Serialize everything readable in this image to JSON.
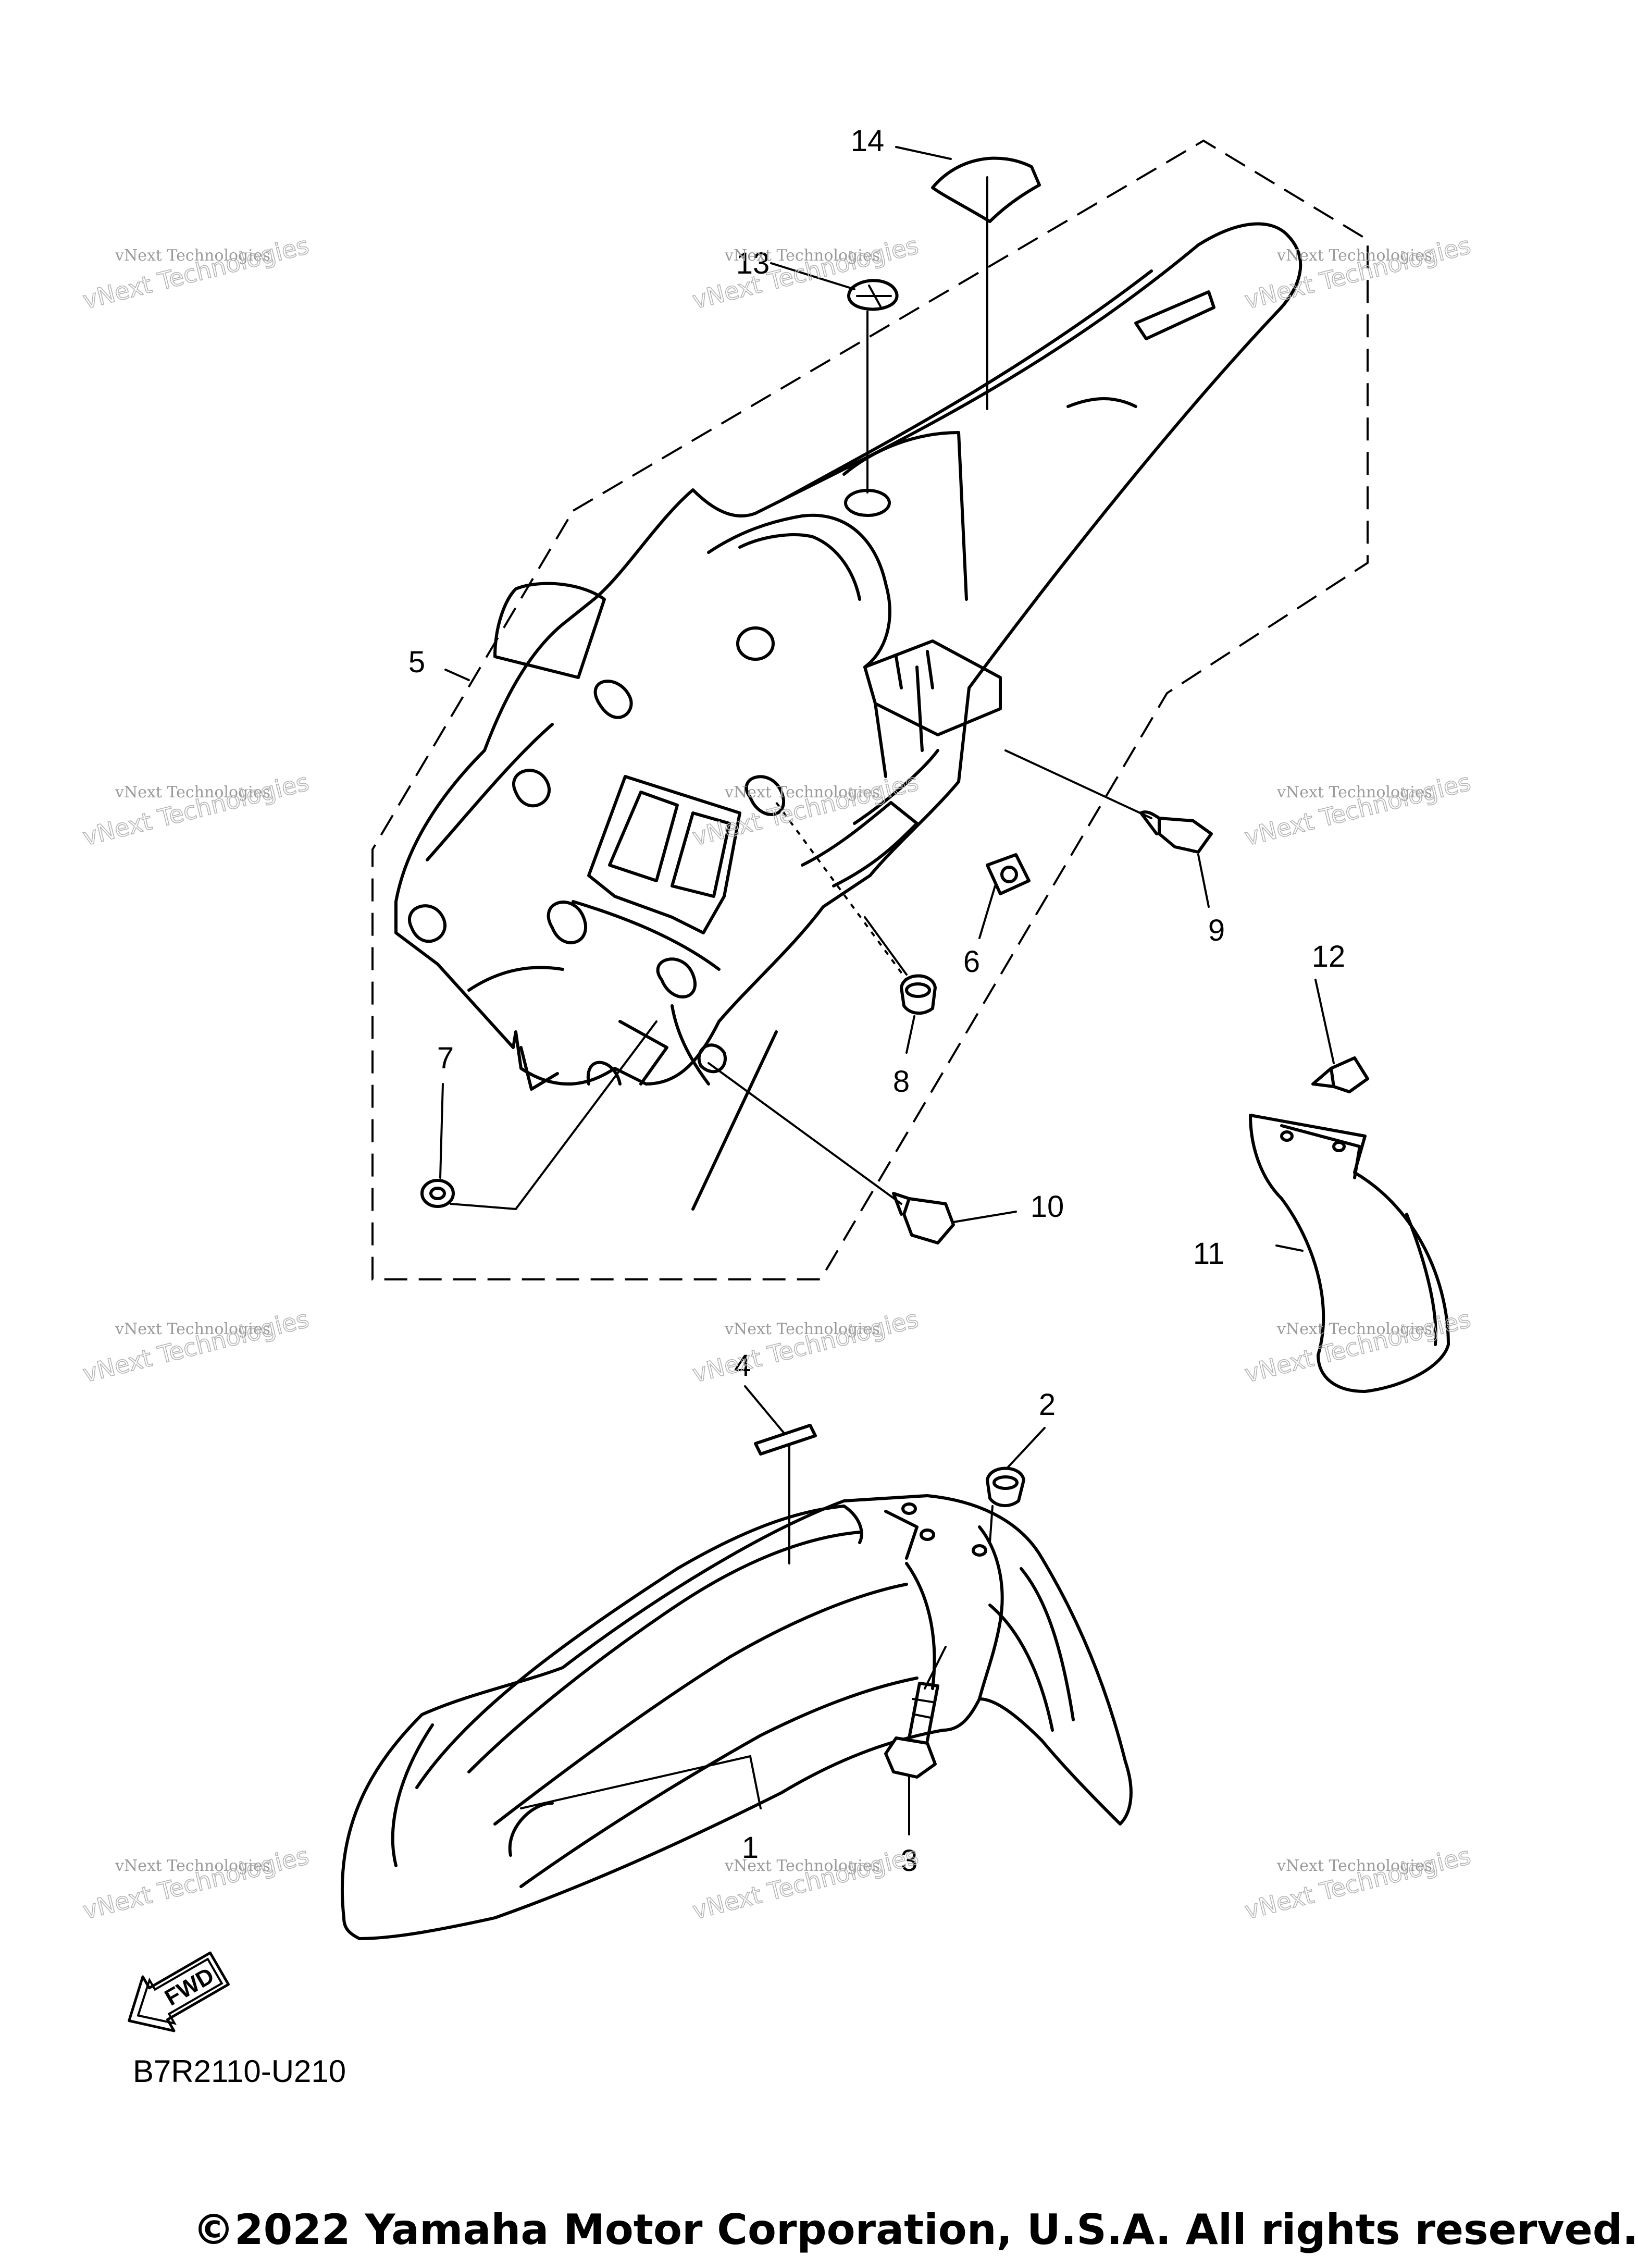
{
  "diagram": {
    "callouts": [
      "1",
      "2",
      "3",
      "4",
      "5",
      "6",
      "7",
      "8",
      "9",
      "10",
      "11",
      "12",
      "13",
      "14"
    ],
    "diagram_code": "B7R2110-U210",
    "fwd_label": "FWD",
    "watermark": {
      "line1": "vNext Technologies",
      "line2": "vNext\nTechnologies"
    }
  },
  "footer": {
    "copyright": "©2022 Yamaha Motor Corporation, U.S.A. All rights reserved."
  }
}
